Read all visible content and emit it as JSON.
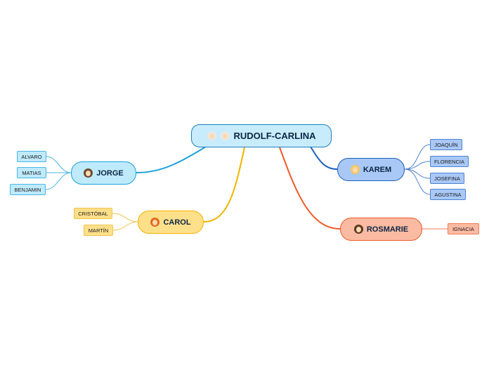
{
  "root": {
    "label": "RUDOLF-CARLINA",
    "icons": [
      "old-man-icon",
      "old-woman-icon"
    ]
  },
  "branches": {
    "jorge": {
      "label": "JORGE",
      "icon": "boy-icon",
      "color": "#1ba1dd",
      "children": [
        "ALVARO",
        "MATIAS",
        "BENJAMIN"
      ]
    },
    "carol": {
      "label": "CAROL",
      "icon": "girl-icon",
      "color": "#f0b400",
      "children": [
        "CRISTÓBAL",
        "MARTÍN"
      ]
    },
    "karem": {
      "label": "KAREM",
      "icon": "blond-person-icon",
      "color": "#1c5fbd",
      "children": [
        "JOAQUÍN",
        "FLORENCIA",
        "JOSEFINA",
        "AGUSTINA"
      ]
    },
    "rosmarie": {
      "label": "ROSMARIE",
      "icon": "woman-icon",
      "color": "#ee5a28",
      "children": [
        "IGNACIA"
      ]
    }
  }
}
